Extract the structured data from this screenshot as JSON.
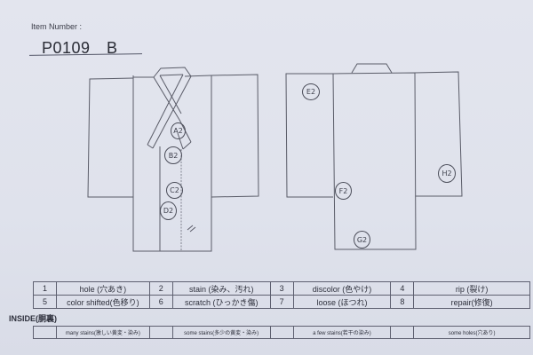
{
  "header": {
    "item_label": "Item Number :",
    "item_number": "P0109　B"
  },
  "diagram": {
    "front_view": {
      "marks": [
        {
          "id": "A2",
          "label": "A2"
        },
        {
          "id": "B2",
          "label": "B2"
        },
        {
          "id": "C2",
          "label": "C2"
        },
        {
          "id": "D2",
          "label": "D2"
        }
      ],
      "annotation": "//"
    },
    "back_view": {
      "marks": [
        {
          "id": "E2-sleeve",
          "label": "E2"
        },
        {
          "id": "F2",
          "label": "F2"
        },
        {
          "id": "G2",
          "label": "G2"
        },
        {
          "id": "H2",
          "label": "H2"
        }
      ]
    }
  },
  "defect_legend": {
    "rows": [
      [
        {
          "num": "1",
          "label": "hole (穴あき)"
        },
        {
          "num": "2",
          "label": "stain (染み、汚れ)"
        },
        {
          "num": "3",
          "label": "discolor (色やけ)"
        },
        {
          "num": "4",
          "label": "rip (裂け)"
        }
      ],
      [
        {
          "num": "5",
          "label": "color shifted(色移り)"
        },
        {
          "num": "6",
          "label": "scratch (ひっかき傷)"
        },
        {
          "num": "7",
          "label": "loose (ほつれ)"
        },
        {
          "num": "8",
          "label": "repair(修復)"
        }
      ]
    ]
  },
  "inside": {
    "title": "INSIDE(胴裏)",
    "options": [
      {
        "check": "",
        "label": "many stains(激しい黄変・染み)"
      },
      {
        "check": "",
        "label": "some stains(多少の黄変・染み)"
      },
      {
        "check": "",
        "label": "a few stains(若干の染み)"
      },
      {
        "check": "",
        "label": "some holes(穴あり)"
      }
    ]
  }
}
